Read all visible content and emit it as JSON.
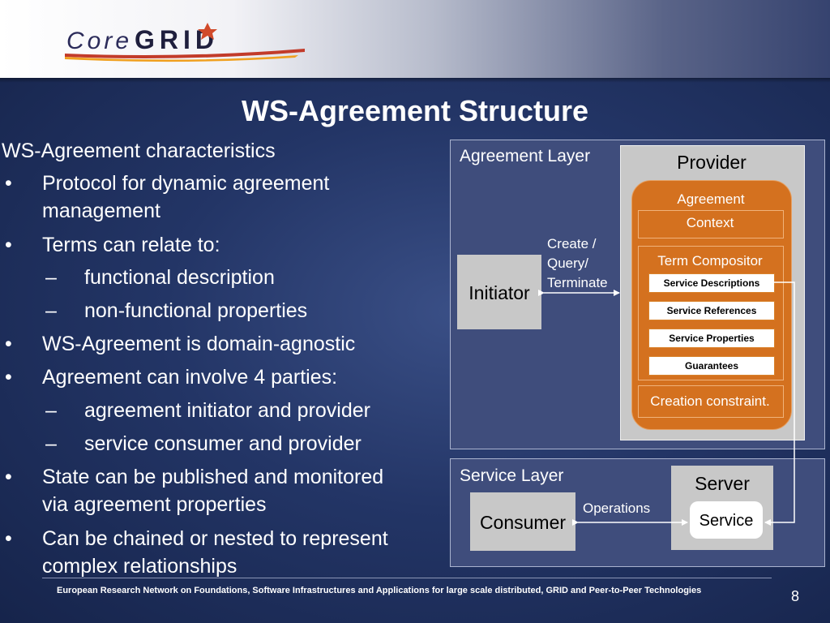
{
  "logo": {
    "text_core": "Core",
    "text_grid": "GRID"
  },
  "title": "WS-Agreement Structure",
  "bullets": {
    "heading": "WS-Agreement characteristics",
    "b1_l1": "Protocol for dynamic agreement",
    "b1_l2": "management",
    "b2": "Terms can relate to:",
    "b2_s1": "functional description",
    "b2_s2": "non-functional properties",
    "b3": "WS-Agreement is domain-agnostic",
    "b4": "Agreement can involve 4 parties:",
    "b4_s1": "agreement initiator and provider",
    "b4_s2": "service consumer and provider",
    "b5_l1": "State can be published and monitored",
    "b5_l2": "via agreement properties",
    "b6_l1": "Can be chained or nested to represent",
    "b6_l2": "complex relationships",
    "bullet_glyph": "•",
    "dash_glyph": "–"
  },
  "diagram": {
    "agreement_layer": "Agreement Layer",
    "provider": "Provider",
    "agreement": "Agreement",
    "context": "Context",
    "term_compositor": "Term Compositor",
    "service_descriptions": "Service Descriptions",
    "service_references": "Service References",
    "service_properties": "Service Properties",
    "guarantees": "Guarantees",
    "creation_constraint": "Creation constraint.",
    "initiator": "Initiator",
    "create_l1": "Create /",
    "create_l2": "Query/",
    "create_l3": "Terminate",
    "service_layer": "Service Layer",
    "server": "Server",
    "consumer": "Consumer",
    "operations": "Operations",
    "service": "Service"
  },
  "footer": {
    "text": "European Research Network on Foundations, Software Infrastructures and Applications for large scale distributed, GRID and Peer-to-Peer Technologies",
    "page": "8"
  },
  "colors": {
    "orange": "#d4711f",
    "orange_light": "#e09a52",
    "gray_box": "#c8c8c8",
    "layer_fill": "#3f4d7c"
  }
}
